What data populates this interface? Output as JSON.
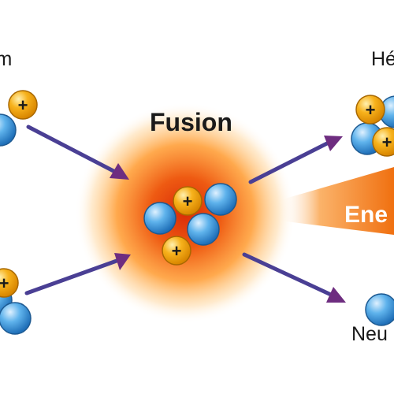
{
  "labels": {
    "top_left": "ium",
    "fusion": "Fusion",
    "top_right": "Hé",
    "energy": "Ene",
    "bottom_right": "Neu"
  },
  "proton_symbol": "+",
  "colors": {
    "proton": "#f2a514",
    "neutron": "#3d9ad8",
    "arrow_gradient": [
      "#3f4fa0",
      "#7a2a78"
    ],
    "glow_core": "#e0350a",
    "glow_edge": "#ff9a2a",
    "energy_beam": "#f07b12"
  }
}
